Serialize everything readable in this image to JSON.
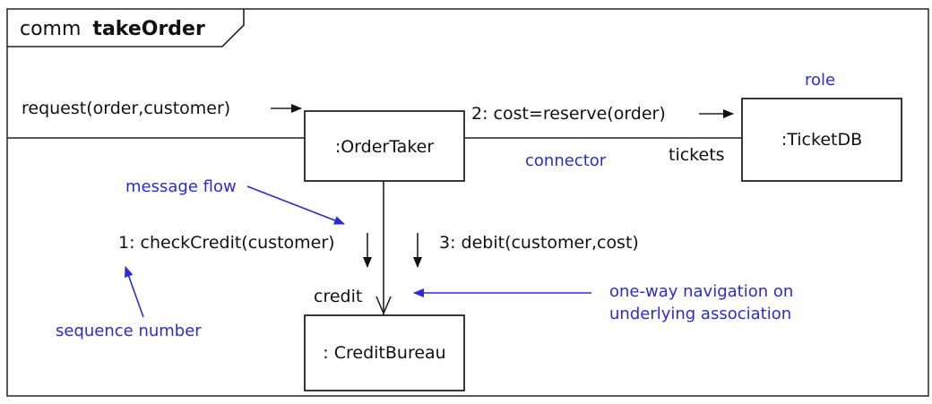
{
  "frame": {
    "keyword": "comm",
    "name": "takeOrder"
  },
  "lifelines": {
    "order_taker": ":OrderTaker",
    "ticket_db": ":TicketDB",
    "credit_bureau": ": CreditBureau"
  },
  "messages": {
    "incoming": "request(order,customer)",
    "reserve": "2: cost=reserve(order)",
    "check_credit": "1: checkCredit(customer)",
    "debit": "3: debit(customer,cost)"
  },
  "roles": {
    "tickets": "tickets",
    "credit": "credit"
  },
  "annotations": {
    "role": "role",
    "connector": "connector",
    "message_flow": "message flow",
    "sequence_number": "sequence number",
    "navigation_line1": "one-way navigation on",
    "navigation_line2": "underlying association"
  },
  "colors": {
    "annotation": "#2b2bd6",
    "ink": "#222222"
  }
}
